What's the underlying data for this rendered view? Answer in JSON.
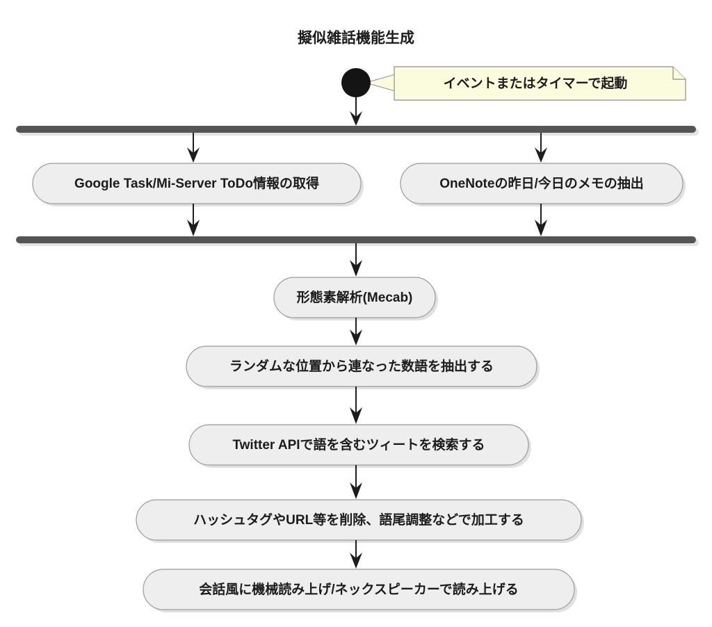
{
  "diagram": {
    "type": "uml-activity-diagram",
    "title": "擬似雑話機能生成",
    "background_color": "#ffffff",
    "node_fill_color": "#eeeeee",
    "node_border_color": "#9a9a9a",
    "bar_color": "#555555",
    "note_fill_color": "#fbfbdd",
    "line_color": "#1c1c1c"
  },
  "initial_node": {
    "name": "start",
    "shape": "filled-circle"
  },
  "note": {
    "text": "イベントまたはタイマーで起動",
    "attached_to": "start"
  },
  "fork_bar": {
    "label": "fork"
  },
  "join_bar": {
    "label": "join"
  },
  "parallel_activities": [
    {
      "id": "act-google-task",
      "label": "Google Task/Mi-Server ToDo情報の取得"
    },
    {
      "id": "act-onenote",
      "label": "OneNoteの昨日/今日のメモの抽出"
    }
  ],
  "sequential_activities": [
    {
      "id": "act-mecab",
      "label": "形態素解析(Mecab)"
    },
    {
      "id": "act-random-extract",
      "label": "ランダムな位置から連なった数語を抽出する"
    },
    {
      "id": "act-twitter-search",
      "label": "Twitter APIで語を含むツィートを検索する"
    },
    {
      "id": "act-clean-text",
      "label": "ハッシュタグやURL等を削除、語尾調整などで加工する"
    },
    {
      "id": "act-speak",
      "label": "会話風に機械読み上げ/ネックスピーカーで読み上げる"
    }
  ]
}
